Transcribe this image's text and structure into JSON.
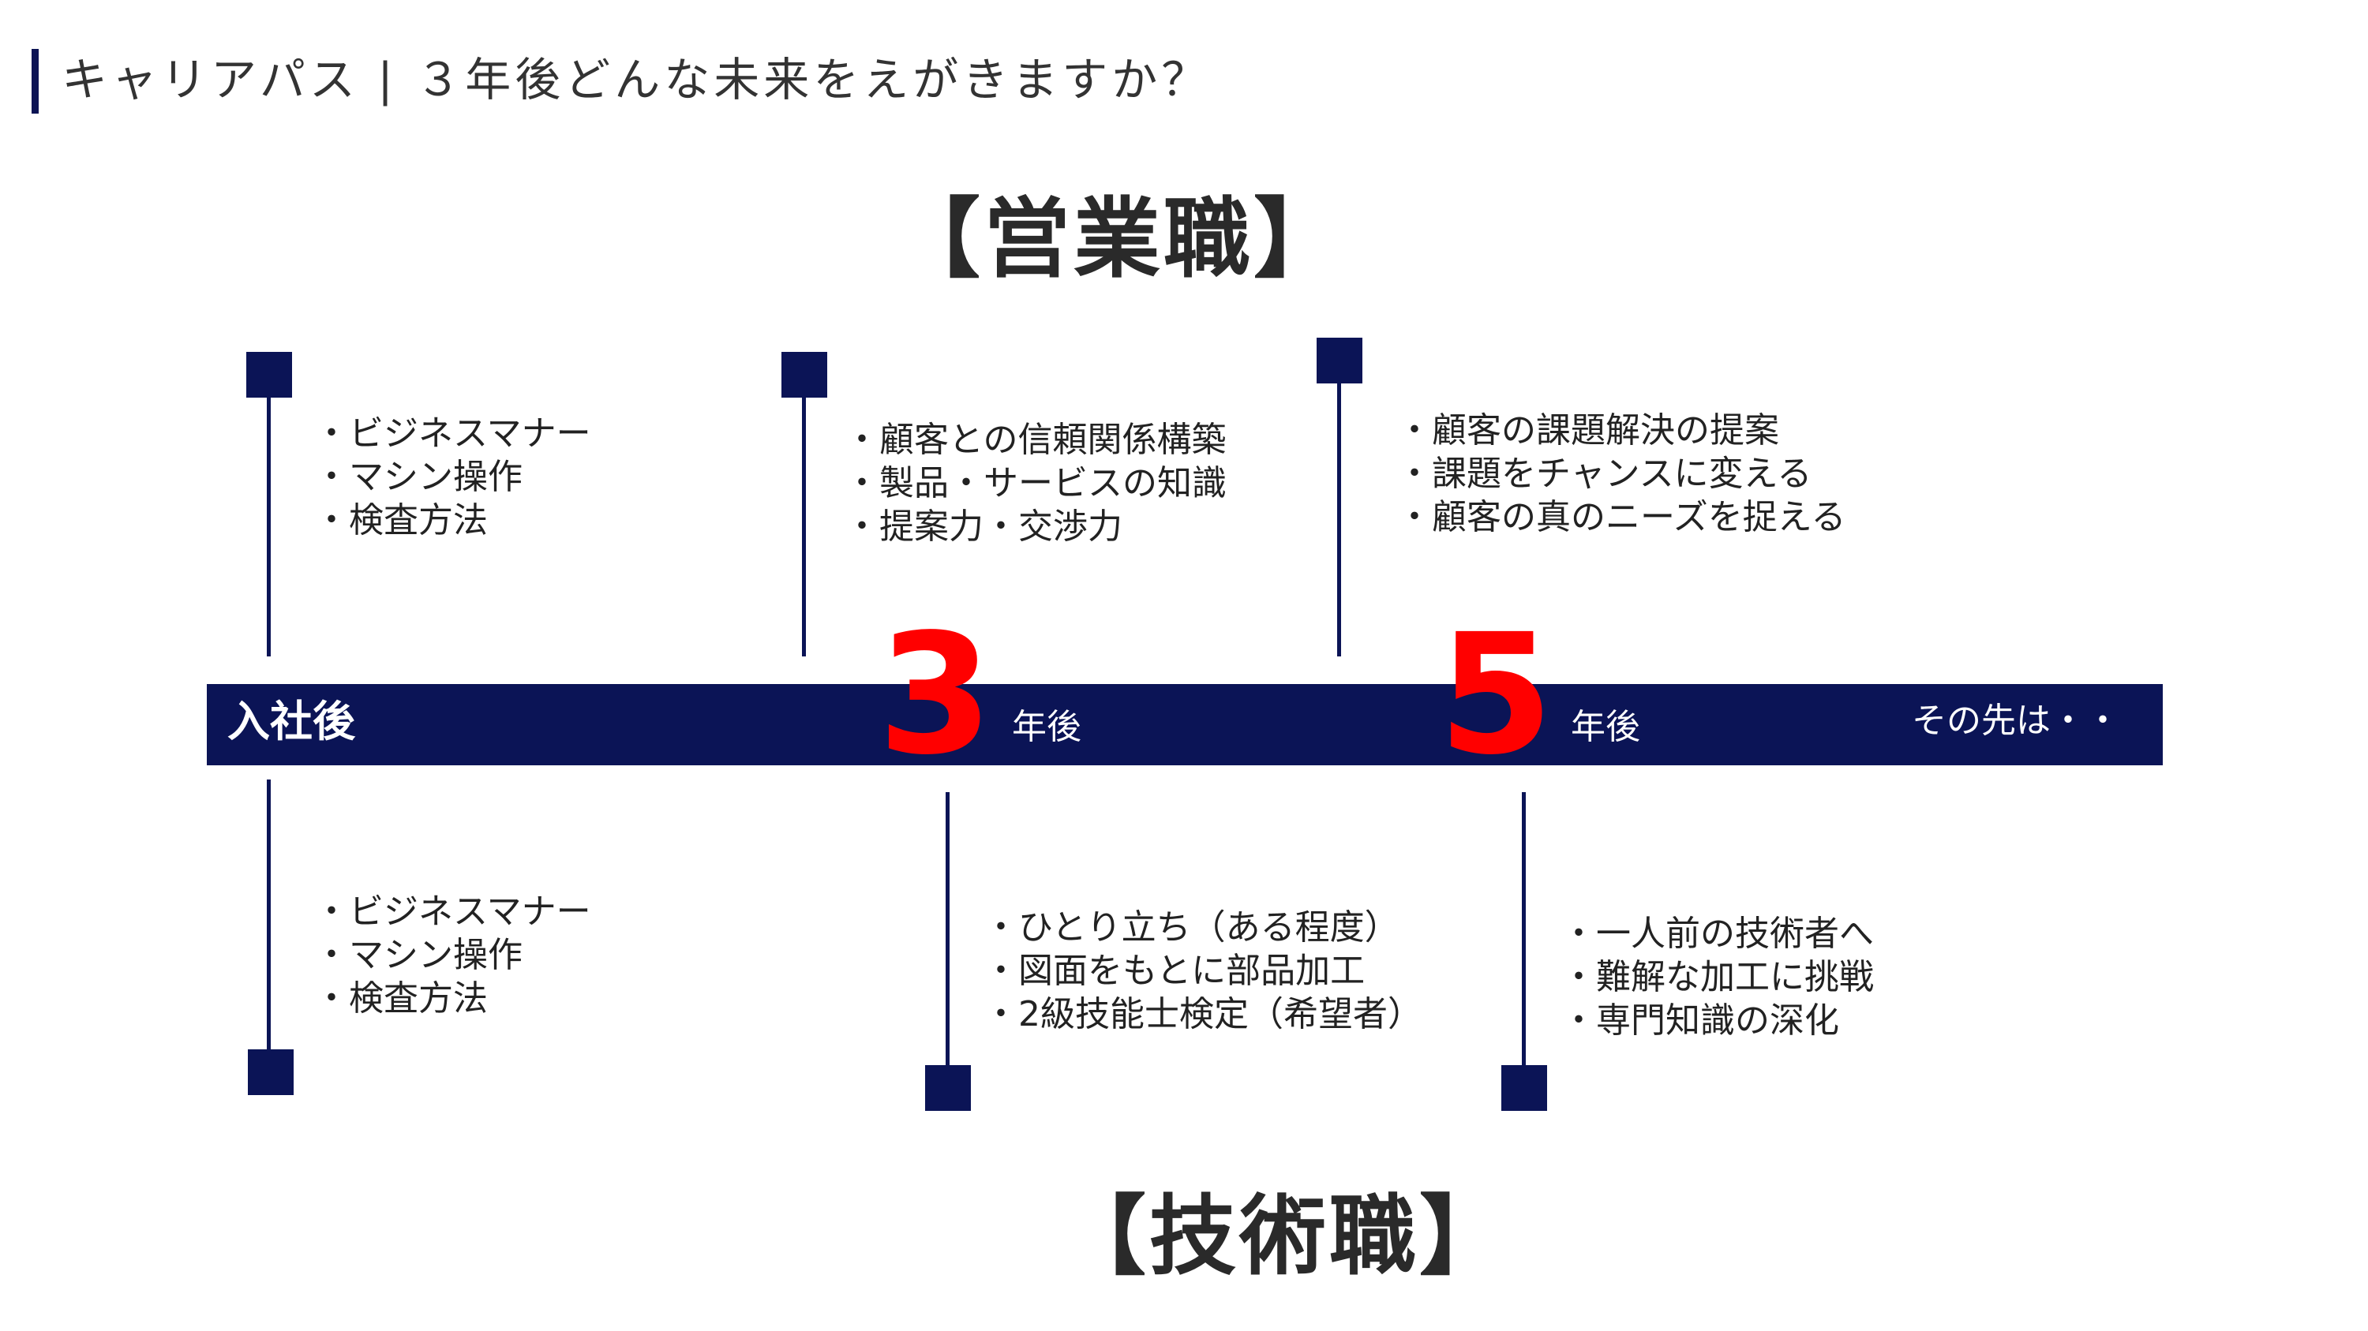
{
  "title": "キャリアパス | ３年後どんな未来をえがきますか？",
  "sales": {
    "heading": "【営業職】",
    "columns": [
      {
        "items": [
          "・ビジネスマナー",
          "・マシン操作",
          "・検査方法"
        ]
      },
      {
        "items": [
          "・顧客との信頼関係構築",
          "・製品・サービスの知識",
          "・提案力・交渉力"
        ]
      },
      {
        "items": [
          "・顧客の課題解決の提案",
          "・課題をチャンスに変える",
          "・顧客の真のニーズを捉える"
        ]
      }
    ]
  },
  "timeline": {
    "start_label": "入社後",
    "milestones": [
      {
        "number": "3",
        "unit": "年後"
      },
      {
        "number": "5",
        "unit": "年後"
      }
    ],
    "end_label": "その先は・・"
  },
  "technical": {
    "heading": "【技術職】",
    "columns": [
      {
        "items": [
          "・ビジネスマナー",
          "・マシン操作",
          "・検査方法"
        ]
      },
      {
        "items": [
          "・ひとり立ち（ある程度）",
          "・図面をもとに部品加工",
          "・2級技能士検定（希望者）"
        ]
      },
      {
        "items": [
          "・一人前の技術者へ",
          "・難解な加工に挑戦",
          "・専門知識の深化"
        ]
      }
    ]
  },
  "colors": {
    "accent": "#0b1456",
    "highlight": "#ff0000"
  }
}
